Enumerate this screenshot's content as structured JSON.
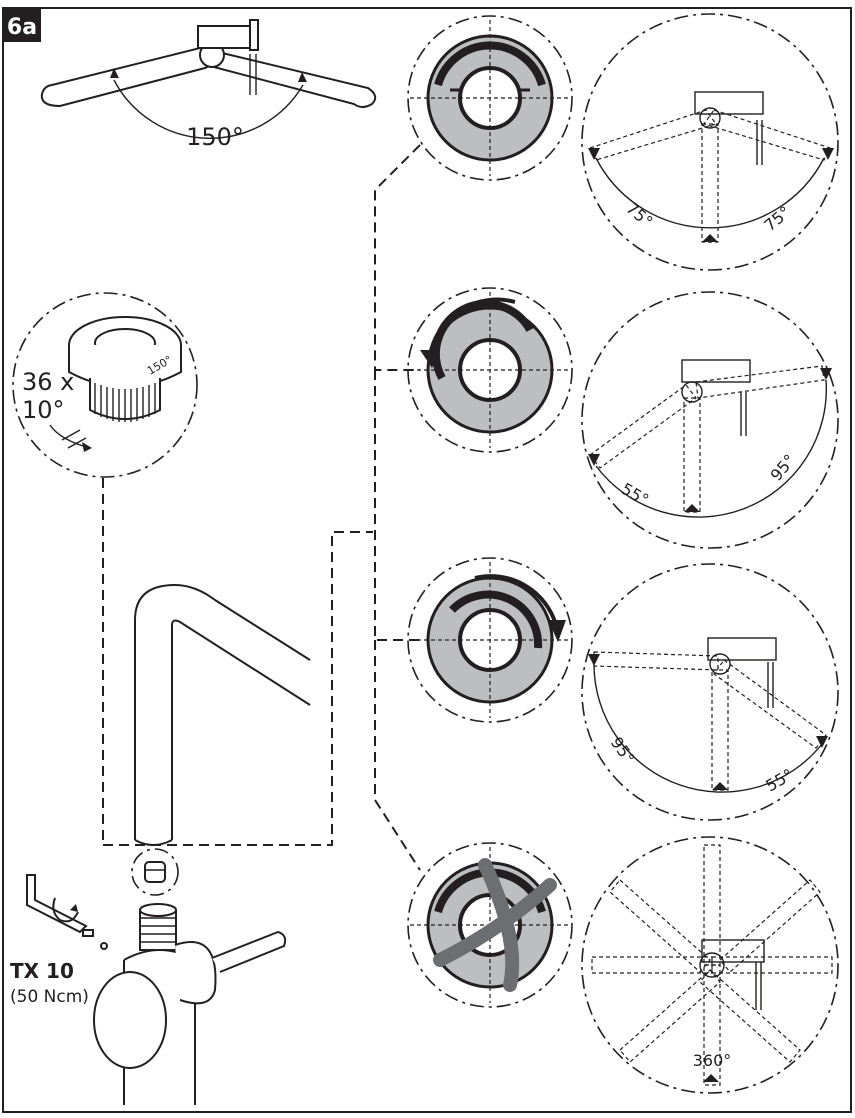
{
  "step_badge": "6a",
  "top_angle_label": "150°",
  "collar": {
    "count_label": "36 x",
    "step_angle_label": "10°",
    "engraved_label": "150°"
  },
  "tool": {
    "name": "TX 10",
    "torque": "(50 Ncm)"
  },
  "rows": [
    {
      "rotation": "none",
      "left_angle": "75°",
      "right_angle": "75°"
    },
    {
      "rotation": "counterclockwise",
      "left_angle": "55°",
      "right_angle": "95°"
    },
    {
      "rotation": "clockwise",
      "left_angle": "95°",
      "right_angle": "55°"
    },
    {
      "rotation": "removed",
      "full_angle": "360°"
    }
  ],
  "icons": {
    "torx_key": "torx-key-icon",
    "rotate_ccw": "rotate-ccw-arrow-icon",
    "rotate_cw": "rotate-cw-arrow-icon",
    "stop_removed": "cross-out-icon"
  },
  "colors": {
    "line": "#231f20",
    "fill_grey": "#bcbec0",
    "cross_grey": "#6d6e71"
  }
}
